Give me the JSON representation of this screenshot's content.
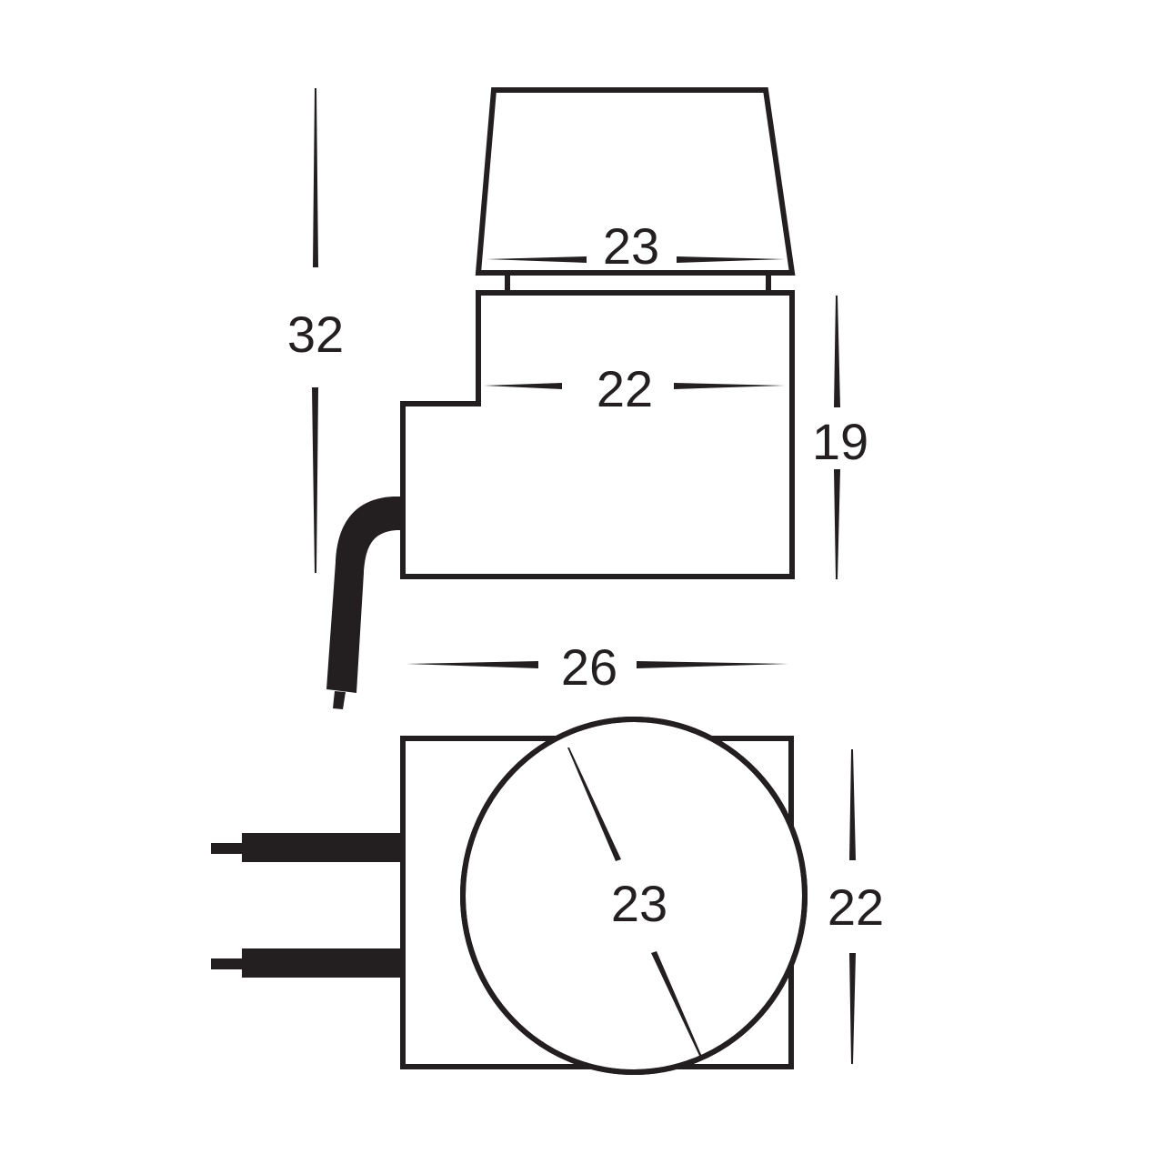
{
  "diagram": {
    "type": "technical-dimension-drawing",
    "units_shown": "",
    "colors": {
      "line": "#231f20",
      "background": "#ffffff"
    },
    "side_view": {
      "overall_height_label": "32",
      "cap_width_label": "23",
      "upper_body_width_label": "22",
      "body_height_label": "19",
      "base_width_label": "26",
      "parts": [
        "tapered-cap",
        "spacer",
        "stepped-body",
        "bent-cable"
      ]
    },
    "top_view": {
      "cap_diameter_label": "23",
      "body_depth_label": "22",
      "parts": [
        "square-body",
        "round-cap",
        "cable-1",
        "cable-2"
      ]
    }
  }
}
